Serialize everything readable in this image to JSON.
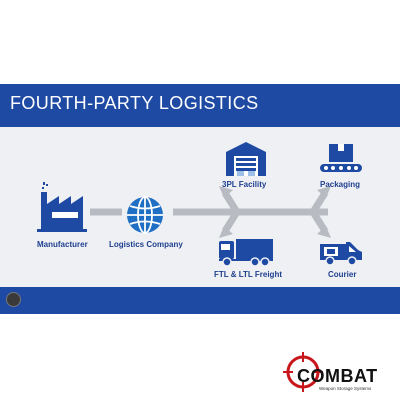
{
  "header": {
    "title": "FOURTH-PARTY LOGISTICS"
  },
  "nodes": {
    "manufacturer": "Manufacturer",
    "logistics_company": "Logistics Company",
    "facility_3pl": "3PL Facility",
    "ftl_ltl_freight": "FTL & LTL Freight",
    "packaging": "Packaging",
    "courier": "Courier"
  },
  "watermark": {
    "brand": "COMBAT",
    "tagline": "Weapon Storage Systems"
  },
  "colors": {
    "primary_blue": "#1f4aa3",
    "diagram_background": "#eef0f3",
    "arrow_gray": "#b8bcc2",
    "brand_red": "#c8161d"
  }
}
